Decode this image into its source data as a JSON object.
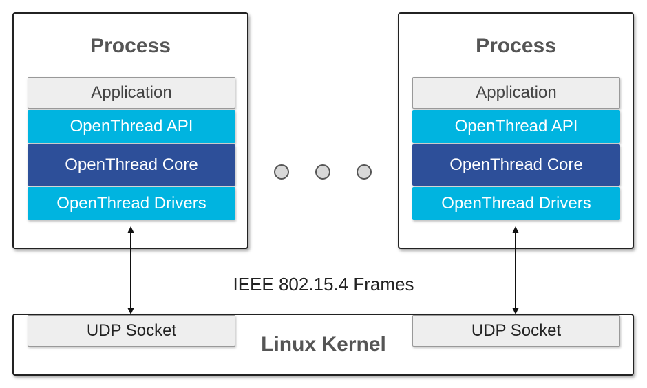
{
  "processes": [
    {
      "title": "Process",
      "layers": {
        "application": "Application",
        "api": "OpenThread API",
        "core": "OpenThread Core",
        "drivers": "OpenThread Drivers"
      }
    },
    {
      "title": "Process",
      "layers": {
        "application": "Application",
        "api": "OpenThread API",
        "core": "OpenThread Core",
        "drivers": "OpenThread Drivers"
      }
    }
  ],
  "link_label": "IEEE 802.15.4 Frames",
  "kernel": {
    "label": "Linux Kernel",
    "sockets": [
      "UDP Socket",
      "UDP Socket"
    ]
  },
  "ellipsis_dots": 3,
  "colors": {
    "api": "#00b4e0",
    "drivers": "#00b4e0",
    "core": "#2d4f99",
    "application": "#eeeeee",
    "title_text": "#555555"
  }
}
